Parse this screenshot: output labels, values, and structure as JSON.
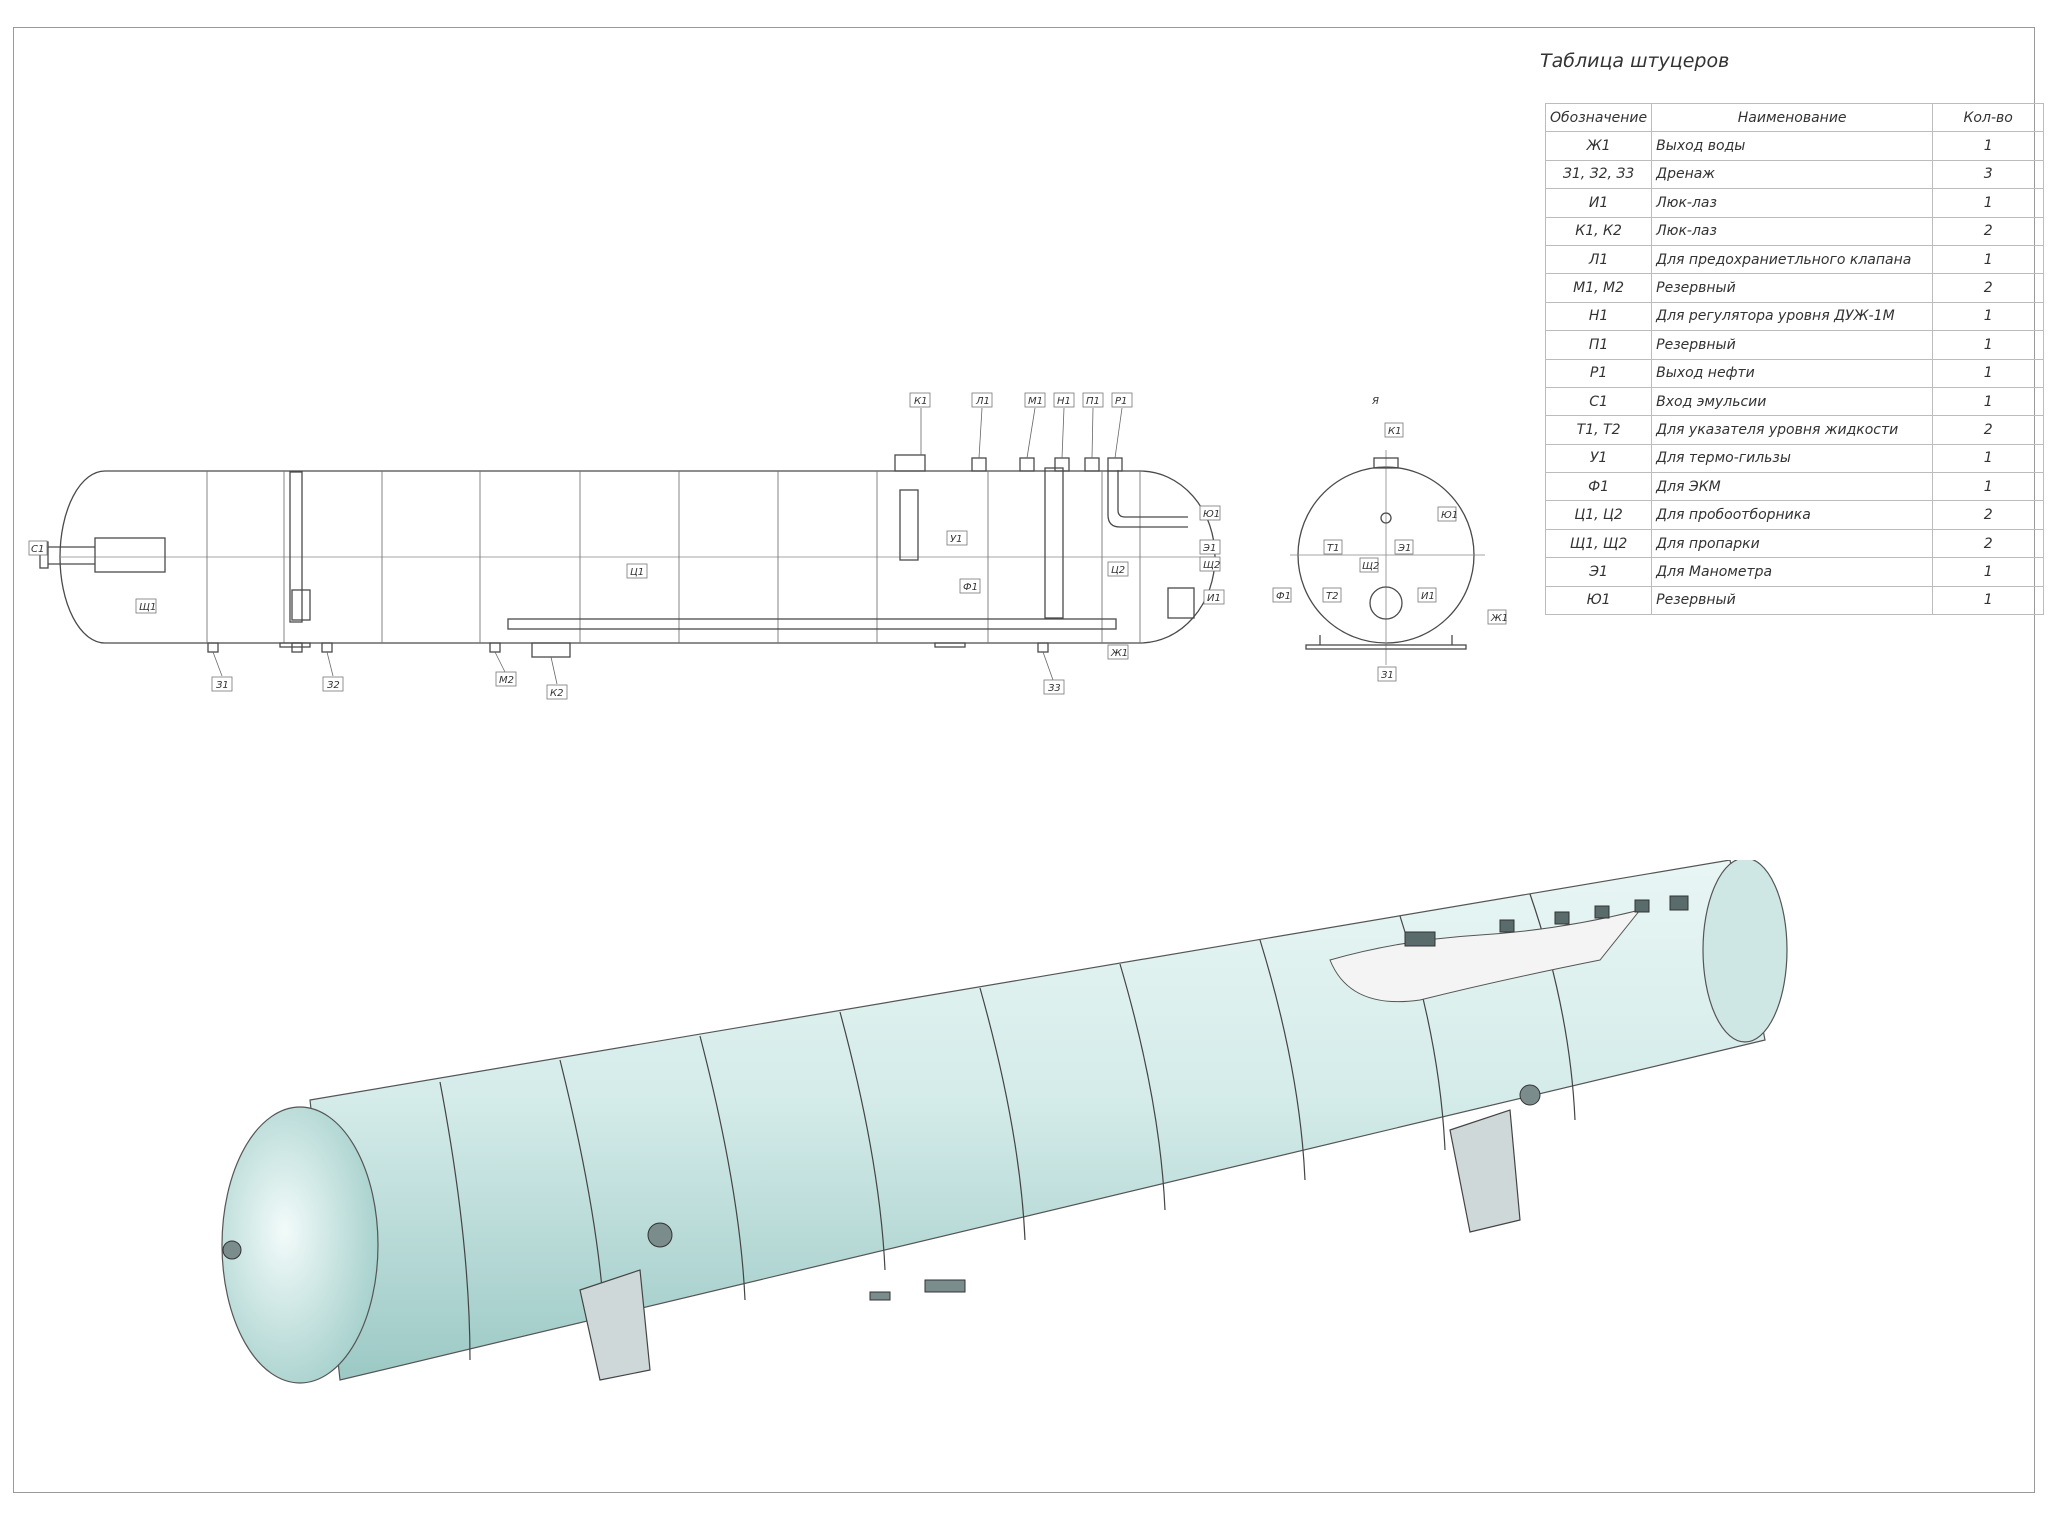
{
  "table": {
    "title": "Таблица штуцеров",
    "headers": [
      "Обозначение",
      "Наименование",
      "Кол-во"
    ],
    "rows": [
      [
        "Ж1",
        "Выход воды",
        "1"
      ],
      [
        "З1, З2, З3",
        "Дренаж",
        "3"
      ],
      [
        "И1",
        "Люк-лаз",
        "1"
      ],
      [
        "К1, К2",
        "Люк-лаз",
        "2"
      ],
      [
        "Л1",
        "Для предохраниетльного клапана",
        "1"
      ],
      [
        "М1, М2",
        "Резервный",
        "2"
      ],
      [
        "Н1",
        "Для регулятора уровня ДУЖ-1М",
        "1"
      ],
      [
        "П1",
        "Резервный",
        "1"
      ],
      [
        "Р1",
        "Выход нефти",
        "1"
      ],
      [
        "С1",
        "Вход эмульсии",
        "1"
      ],
      [
        "Т1, Т2",
        "Для указателя уровня жидкости",
        "2"
      ],
      [
        "У1",
        "Для термо-гильзы",
        "1"
      ],
      [
        "Ф1",
        "Для ЭКМ",
        "1"
      ],
      [
        "Ц1, Ц2",
        "Для пробоотборника",
        "2"
      ],
      [
        "Щ1, Щ2",
        "Для пропарки",
        "2"
      ],
      [
        "Э1",
        "Для Манометра",
        "1"
      ],
      [
        "Ю1",
        "Резервный",
        "1"
      ]
    ]
  },
  "side_view": {
    "top_labels": [
      {
        "id": "k1",
        "text": "К1"
      },
      {
        "id": "l1",
        "text": "Л1"
      },
      {
        "id": "m1",
        "text": "М1"
      },
      {
        "id": "n1",
        "text": "Н1"
      },
      {
        "id": "p1",
        "text": "П1"
      },
      {
        "id": "r1",
        "text": "Р1"
      }
    ],
    "bottom_labels": [
      {
        "id": "z1",
        "text": "З1"
      },
      {
        "id": "z2",
        "text": "З2"
      },
      {
        "id": "m2",
        "text": "М2"
      },
      {
        "id": "k2",
        "text": "К2"
      },
      {
        "id": "z3",
        "text": "З3"
      },
      {
        "id": "zh1",
        "text": "Ж1"
      }
    ],
    "left_label": "С1",
    "right_labels": {
      "yu1": "Ю1",
      "e1": "Э1",
      "shch2": "Щ2",
      "i1": "И1"
    },
    "inner_labels": {
      "shch1": "Щ1",
      "ts1": "Ц1",
      "u1": "У1",
      "f1": "Ф1",
      "ts2": "Ц2"
    }
  },
  "end_view": {
    "letter": "Я",
    "labels": {
      "k1": "К1",
      "yu1": "Ю1",
      "t1": "Т1",
      "e1": "Э1",
      "shch2": "Щ2",
      "f1": "Ф1",
      "t2": "Т2",
      "i1": "И1",
      "zh1": "Ж1",
      "z1": "З1"
    }
  },
  "colors": {
    "vessel_fill": "#d5ecea",
    "vessel_shadow": "#9cc9c5",
    "line": "#4a4a4a",
    "frame": "#9a9a9a"
  }
}
